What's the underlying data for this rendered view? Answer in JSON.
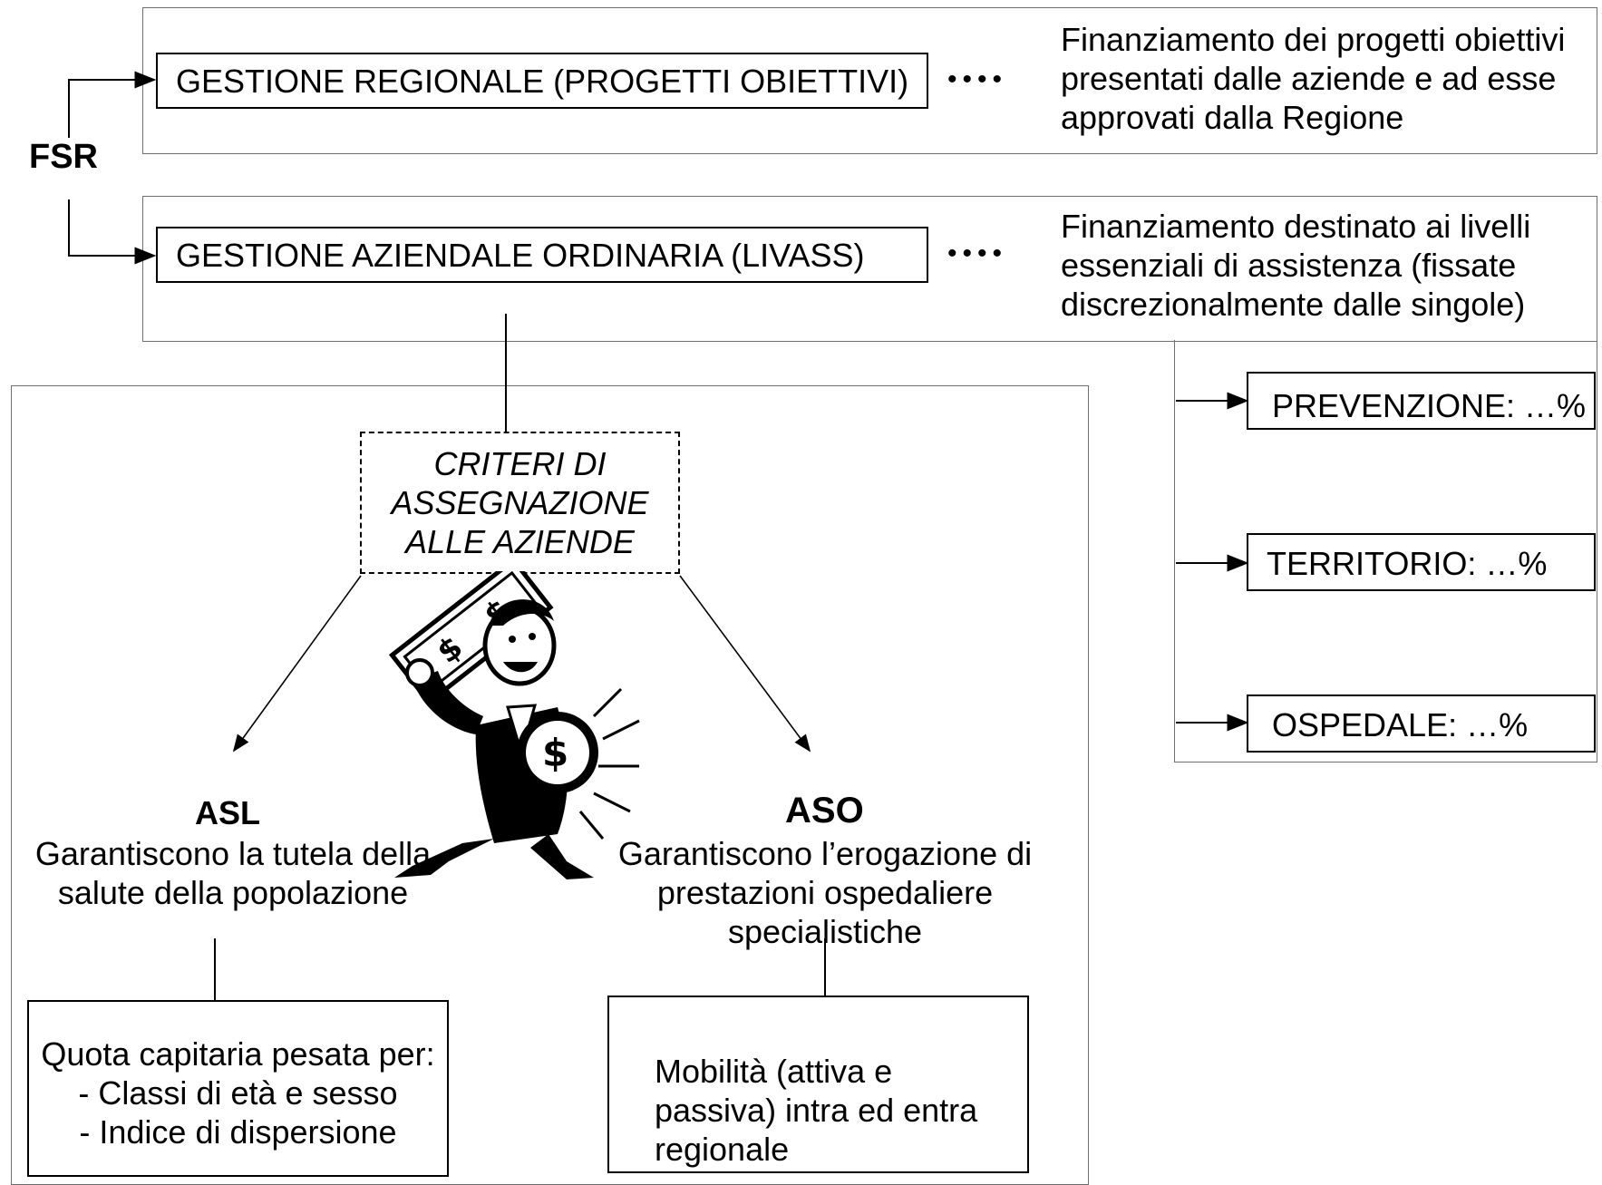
{
  "fsr": "FSR",
  "regional": {
    "label": "GESTIONE REGIONALE (PROGETTI OBIETTIVI)",
    "ellipsis": "••••",
    "description": [
      "Finanziamento dei progetti obiettivi",
      "presentati dalle aziende e ad esse",
      "approvati dalla Regione"
    ]
  },
  "ordinary": {
    "label": "GESTIONE AZIENDALE ORDINARIA (LIVASS)",
    "ellipsis": "••••",
    "description": [
      "Finanziamento destinato ai livelli",
      "essenziali di assistenza (fissate",
      "discrezionalmente dalle singole)"
    ]
  },
  "levels": [
    {
      "label": "PREVENZIONE: …%"
    },
    {
      "label": "TERRITORIO: …%"
    },
    {
      "label": "OSPEDALE: …%"
    }
  ],
  "criteria": [
    "CRITERI DI",
    "ASSEGNAZIONE",
    "ALLE AZIENDE"
  ],
  "asl": {
    "title": "ASL",
    "description": [
      "Garantiscono la tutela della",
      "salute della popolazione"
    ],
    "box": [
      "Quota capitaria pesata per:",
      "- Classi di età e sesso",
      "- Indice di dispersione"
    ]
  },
  "aso": {
    "title": "ASO",
    "description": [
      "Garantiscono l’erogazione di",
      "prestazioni ospedaliere",
      "specialistiche"
    ],
    "box": [
      "Mobilità (attiva e",
      "passiva) intra ed entra",
      "regionale"
    ]
  },
  "clipart": {
    "icon": "businessman-with-money-icon",
    "symbol": "$"
  }
}
